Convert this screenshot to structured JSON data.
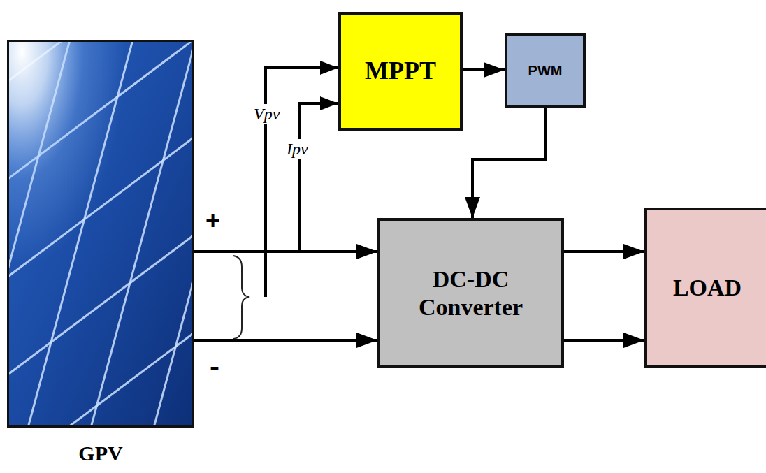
{
  "diagram": {
    "nodes": [
      {
        "text": [
          "GPV"
        ]
      },
      {
        "text": [
          "MPPT"
        ]
      },
      {
        "text": [
          "PWM"
        ]
      },
      {
        "text": [
          "DC-DC Converter"
        ]
      },
      {
        "text": [
          "LOAD"
        ]
      }
    ],
    "edges": [
      {
        "from": 1,
        "to": 2,
        "arrow": "to"
      },
      {
        "from": 2,
        "to": 3,
        "arrow": "to"
      },
      {
        "from": 0,
        "to": 3,
        "arrow": "to"
      },
      {
        "from": 0,
        "to": 3,
        "arrow": "to"
      },
      {
        "from": 3,
        "to": 4,
        "arrow": "to"
      },
      {
        "from": 3,
        "to": 4,
        "arrow": "to"
      }
    ],
    "labels": [
      "Vpv",
      "Ipv",
      "+",
      "-"
    ]
  }
}
